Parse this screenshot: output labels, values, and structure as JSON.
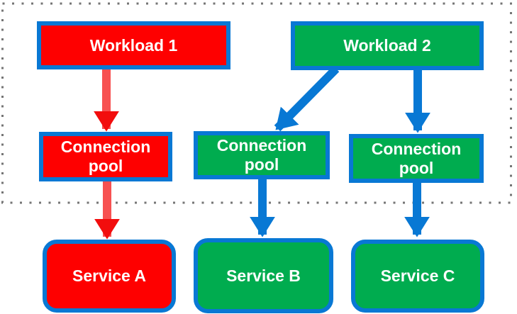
{
  "diagram": {
    "nodes": [
      {
        "id": "workload1",
        "label": "Workload 1",
        "color": "red"
      },
      {
        "id": "workload2",
        "label": "Workload 2",
        "color": "green"
      },
      {
        "id": "pool1",
        "label": "Connection pool",
        "color": "red"
      },
      {
        "id": "pool2",
        "label": "Connection pool",
        "color": "green"
      },
      {
        "id": "pool3",
        "label": "Connection pool",
        "color": "green"
      },
      {
        "id": "serviceA",
        "label": "Service A",
        "color": "red"
      },
      {
        "id": "serviceB",
        "label": "Service B",
        "color": "green"
      },
      {
        "id": "serviceC",
        "label": "Service C",
        "color": "green"
      }
    ],
    "edges": [
      {
        "from": "workload1",
        "to": "pool1",
        "color": "red"
      },
      {
        "from": "pool1",
        "to": "serviceA",
        "color": "red"
      },
      {
        "from": "workload2",
        "to": "pool2",
        "color": "blue"
      },
      {
        "from": "workload2",
        "to": "pool3",
        "color": "blue"
      },
      {
        "from": "pool2",
        "to": "serviceB",
        "color": "blue"
      },
      {
        "from": "pool3",
        "to": "serviceC",
        "color": "blue"
      }
    ],
    "boundary": {
      "style": "dotted",
      "contains": [
        "workload1",
        "workload2",
        "pool1",
        "pool2",
        "pool3"
      ]
    }
  },
  "colors": {
    "red": "#fe0000",
    "green": "#00ac4f",
    "border_blue": "#0878d4",
    "arrow_blue": "#0878d4",
    "arrow_red_stem": "#f75151",
    "arrow_red_head": "#f20d0d",
    "boundary_dot_gray": "#757575",
    "label_text": "#ffffff",
    "background": "#ffffff"
  }
}
